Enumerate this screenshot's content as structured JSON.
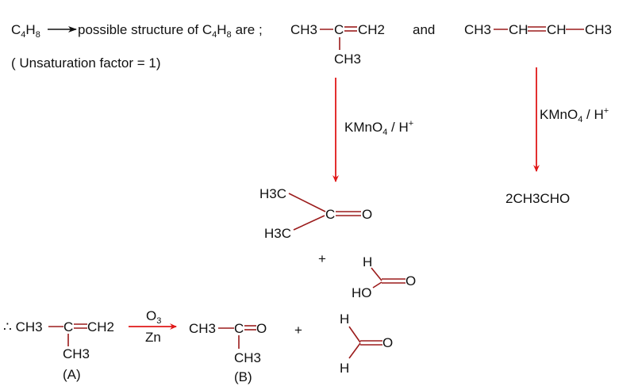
{
  "line1": {
    "formula_c": "C",
    "formula_c_sub": "4",
    "formula_h": "H",
    "formula_h_sub": "8",
    "text": "possible structure of C",
    "text_c_sub": "4",
    "text_h": "H",
    "text_h_sub": "8",
    "text_end": "are ;",
    "isomer1_left": "CH3",
    "isomer1_c": "C",
    "isomer1_right": "CH2",
    "isomer1_branch": "CH3",
    "and": "and",
    "isomer2_a": "CH3",
    "isomer2_b": "CH",
    "isomer2_c": "CH",
    "isomer2_d": "CH3"
  },
  "unsaturation": "( Unsaturation factor = 1)",
  "reagent": {
    "text": "KMnO",
    "sub": "4",
    "rest": " / H",
    "sup": "+"
  },
  "products_left": {
    "methyl_top": "H3C",
    "methyl_bottom": "H3C",
    "carbonyl_c": "C",
    "carbonyl_o": "O",
    "plus": "+",
    "acid_h": "H",
    "acid_o": "O",
    "acid_oh": "HO"
  },
  "products_right": "2CH3CHO",
  "bottom": {
    "therefore": "∴",
    "a_left": "CH3",
    "a_c": "C",
    "a_right": "CH2",
    "a_branch": "CH3",
    "a_label": "(A)",
    "reagent_top": "O",
    "reagent_top_sub": "3",
    "reagent_bottom": "Zn",
    "b_left": "CH3",
    "b_c": "C",
    "b_o": "O",
    "b_branch": "CH3",
    "b_label": "(B)",
    "plus": "+",
    "f_h_top": "H",
    "f_h_bottom": "H",
    "f_o": "O"
  },
  "colors": {
    "bond": "#9b1b1b",
    "arrow": "#e01818"
  }
}
